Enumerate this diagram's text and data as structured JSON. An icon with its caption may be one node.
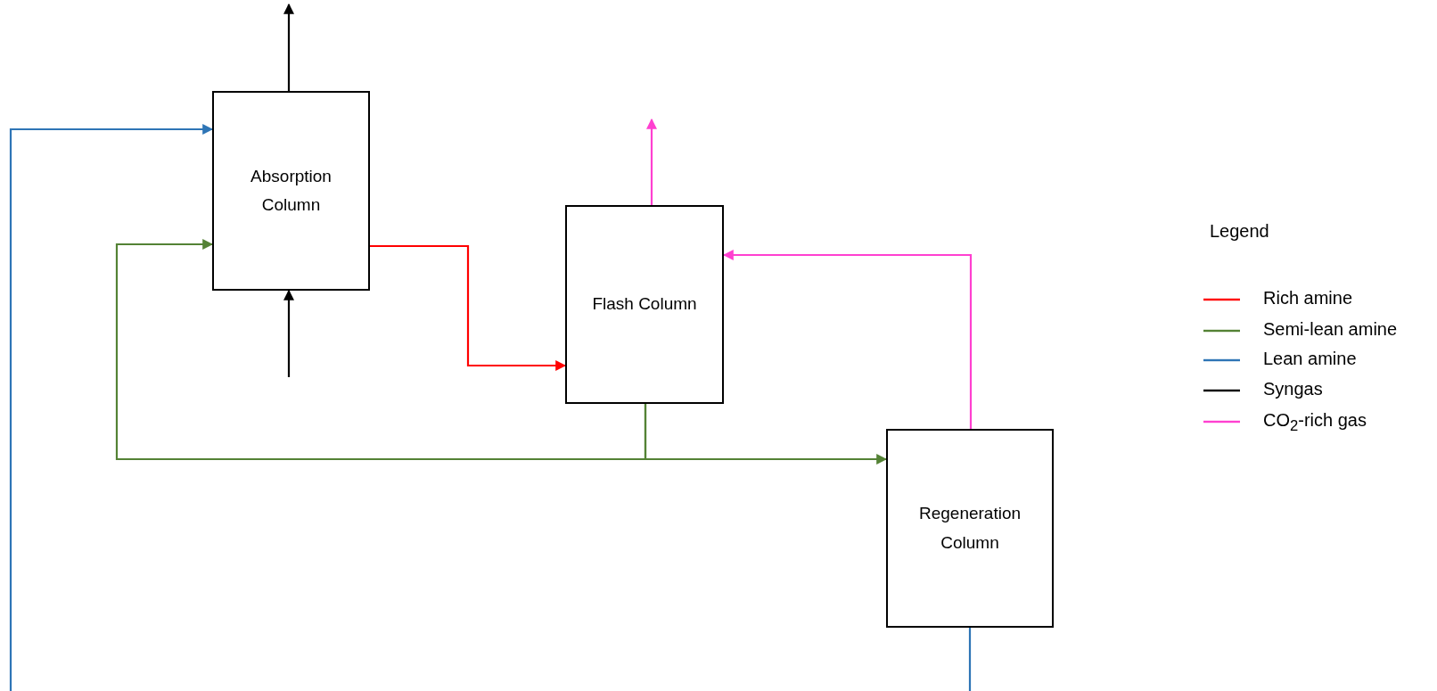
{
  "diagram": {
    "nodes": [
      {
        "text": [
          "Absorption Column"
        ]
      },
      {
        "text": [
          "Flash Column"
        ]
      },
      {
        "text": [
          "Regeneration Column"
        ]
      }
    ],
    "edges": [
      {
        "from": null,
        "to": 0,
        "arrow": "to",
        "color": "#000000"
      },
      {
        "from": 0,
        "to": null,
        "arrow": "to",
        "color": "#000000"
      },
      {
        "from": 0,
        "to": 1,
        "arrow": "to",
        "color": "#ff0000"
      },
      {
        "from": 1,
        "to": null,
        "arrow": "to",
        "color": "#ff40d0"
      },
      {
        "from": 2,
        "to": 1,
        "arrow": "to",
        "color": "#ff40d0"
      },
      {
        "from": 1,
        "to": 0,
        "arrow": "to",
        "color": "#548235"
      },
      {
        "from": 1,
        "to": 2,
        "arrow": "to",
        "color": "#548235"
      },
      {
        "from": 2,
        "to": 0,
        "arrow": "to",
        "color": "#2e75b6"
      }
    ],
    "labels": [
      "Legend"
    ],
    "legend": [
      {
        "text": "Rich amine",
        "color": "#ff0000"
      },
      {
        "text": "Semi-lean amine",
        "color": "#548235"
      },
      {
        "text": "Lean amine",
        "color": "#2e75b6"
      },
      {
        "text": "Syngas",
        "color": "#000000"
      },
      {
        "text": "CO$_{2}$-rich gas",
        "color": "#ff40d0"
      }
    ]
  }
}
